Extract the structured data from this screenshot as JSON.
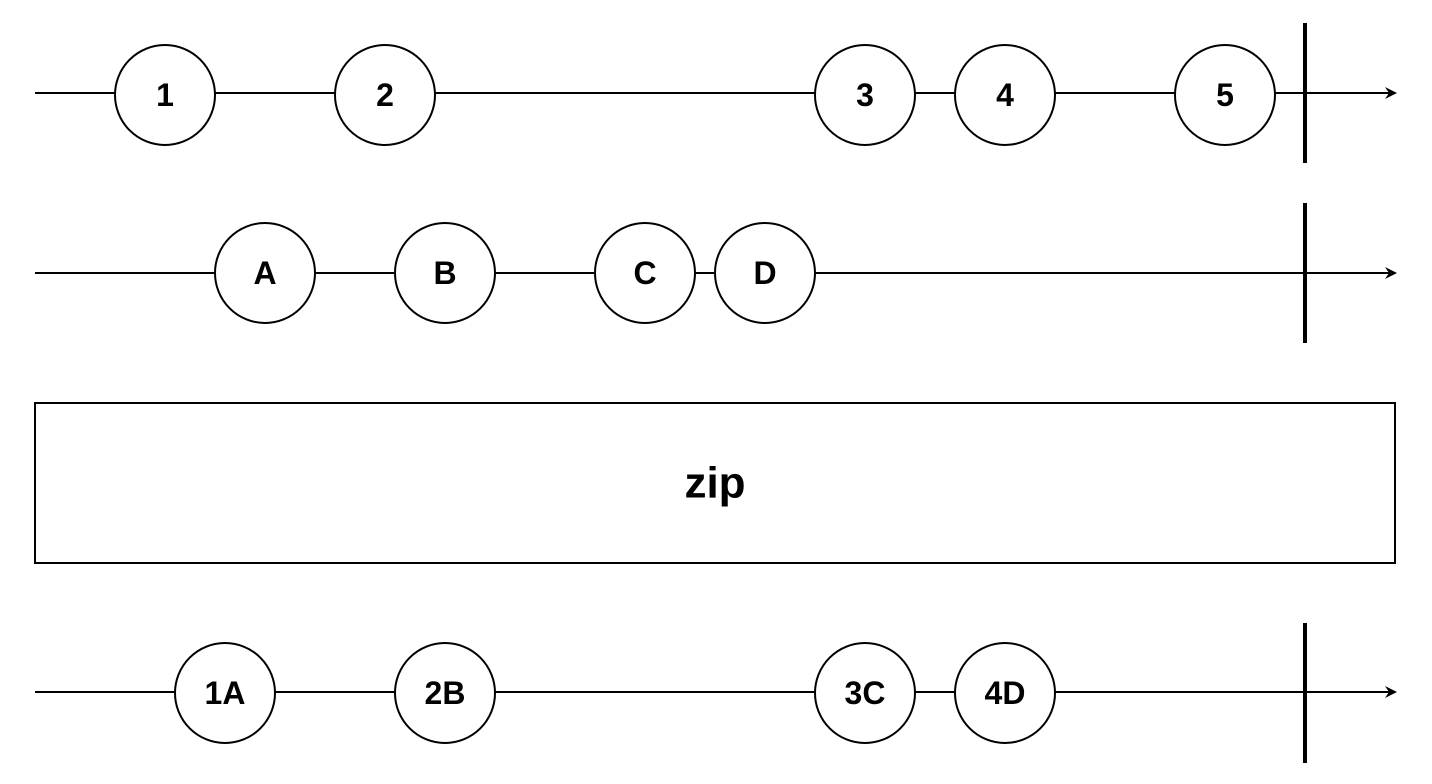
{
  "colors": {
    "stroke": "#000000",
    "marble_fill": "#ffffff",
    "background": "#ffffff"
  },
  "streams": [
    {
      "id": "input-numbers",
      "marbles": [
        "1",
        "2",
        "3",
        "4",
        "5"
      ],
      "completed": true
    },
    {
      "id": "input-letters",
      "marbles": [
        "A",
        "B",
        "C",
        "D"
      ],
      "completed": true
    }
  ],
  "operator": {
    "label": "zip"
  },
  "output": {
    "id": "output-zipped",
    "marbles": [
      "1A",
      "2B",
      "3C",
      "4D"
    ],
    "completed": true
  }
}
